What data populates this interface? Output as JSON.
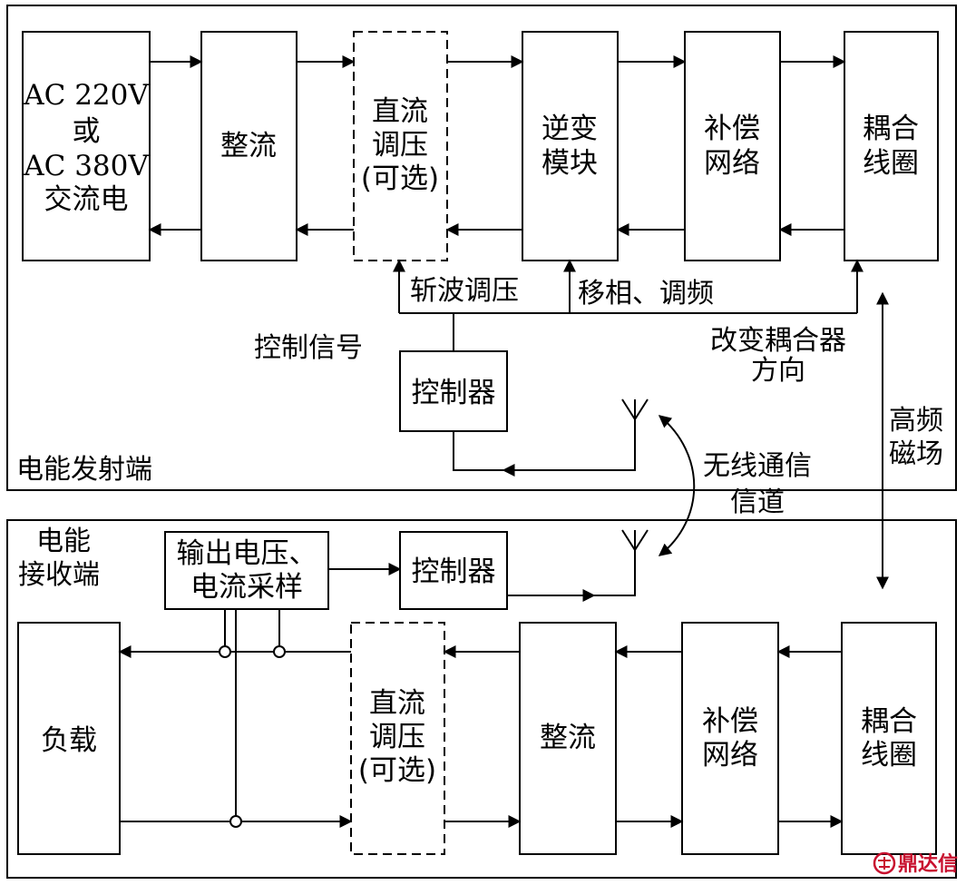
{
  "transmitter": {
    "section_label": "电能发射端",
    "ac_source": [
      "AC 220V",
      "或",
      "AC 380V",
      "交流电"
    ],
    "rectifier": [
      "整流"
    ],
    "dc_regulator": [
      "直流",
      "调压",
      "(可选)"
    ],
    "inverter": [
      "逆变",
      "模块"
    ],
    "compensation": [
      "补偿",
      "网络"
    ],
    "coupling_coil": [
      "耦合",
      "线圈"
    ],
    "controller": "控制器",
    "chopper_label": "斩波调压",
    "phase_label": "移相、调频",
    "control_signal_label": "控制信号",
    "coupler_direction_label": [
      "改变耦合器",
      "方向"
    ]
  },
  "receiver": {
    "section_label": [
      "电能",
      "接收端"
    ],
    "sampling": [
      "输出电压、",
      "电流采样"
    ],
    "controller": "控制器",
    "load": [
      "负载"
    ],
    "dc_regulator": [
      "直流",
      "调压",
      "(可选)"
    ],
    "rectifier": [
      "整流"
    ],
    "compensation": [
      "补偿",
      "网络"
    ],
    "coupling_coil": [
      "耦合",
      "线圈"
    ]
  },
  "links": {
    "wireless": [
      "无线通信",
      "信道"
    ],
    "magnetic": [
      "高频",
      "磁场"
    ]
  },
  "watermark": {
    "text": "鼎达信",
    "color": "#c8102e"
  }
}
